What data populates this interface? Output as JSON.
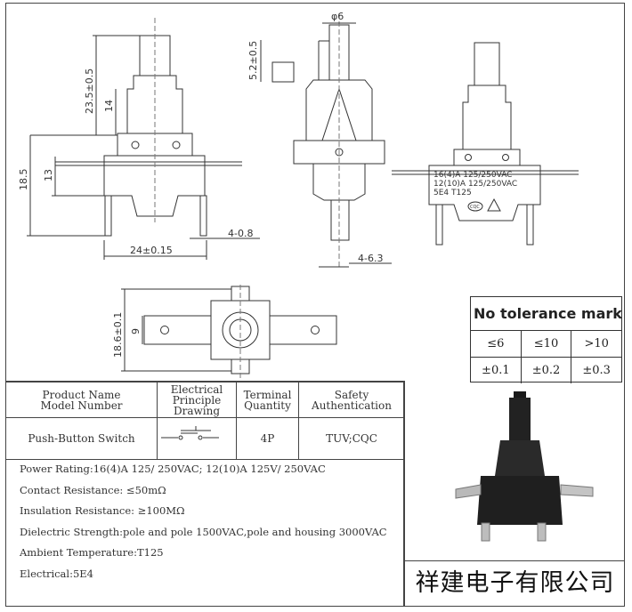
{
  "dimensions": {
    "phi6": "φ6",
    "d5_2": "5.2±0.5",
    "d23_5": "23.5±0.5",
    "d14": "14",
    "d18_5": "18.5",
    "d13": "13",
    "d24": "24±0.15",
    "d4_0_8": "4-0.8",
    "d4_6_3": "4-6.3",
    "d18_6": "18.6±0.1",
    "d9": "9"
  },
  "marking": {
    "line1": "16(4)A 125/250VAC",
    "line2": "12(10)A 125/250VAC",
    "line3": "5E4   T125",
    "cqc": "CQC"
  },
  "tolerance": {
    "title": "No tolerance mark",
    "ranges": [
      "≤6",
      "≤10",
      ">10"
    ],
    "values": [
      "±0.1",
      "±0.2",
      "±0.3"
    ]
  },
  "table": {
    "headers": {
      "product": [
        "Product Name",
        "Model Number"
      ],
      "electrical": [
        "Electrical",
        "Principle",
        "Drawing"
      ],
      "terminal": [
        "Terminal",
        "Quantity"
      ],
      "safety": [
        "Safety",
        "Authentication"
      ]
    },
    "row": {
      "product": "Push-Button Switch",
      "terminal": "4P",
      "safety": "TUV;CQC"
    }
  },
  "properties": [
    "Power Rating:16(4)A 125/ 250VAC; 12(10)A 125V/ 250VAC",
    "Contact Resistance: ≤50mΩ",
    "Insulation Resistance: ≥100MΩ",
    "Dielectric Strength:pole and pole 1500VAC,pole and housing 3000VAC",
    "Ambient Temperature:T125",
    "Electrical:5E4"
  ],
  "company": "祥建电子有限公司"
}
